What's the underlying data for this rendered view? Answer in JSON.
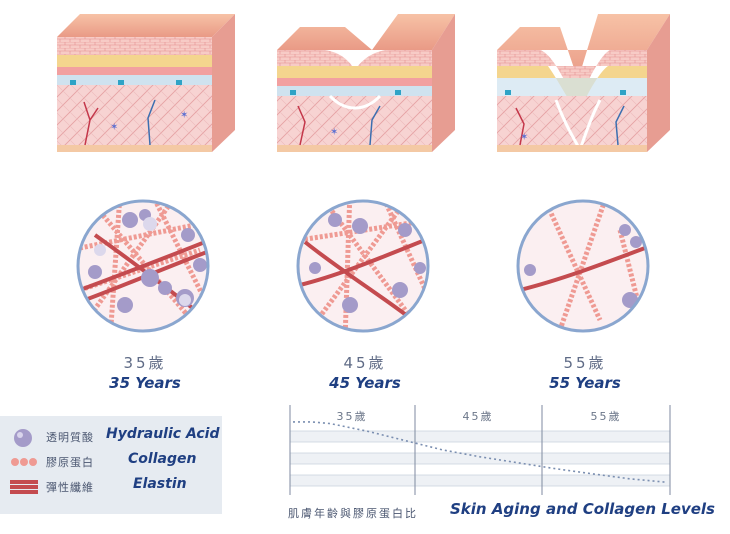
{
  "panels": [
    {
      "age_cn": "35歲",
      "age_en": "35 Years"
    },
    {
      "age_cn": "45歲",
      "age_en": "45 Years"
    },
    {
      "age_cn": "55歲",
      "age_en": "55 Years"
    }
  ],
  "legend": {
    "hyaluronic": {
      "cn": "透明質酸",
      "en": "Hydraulic Acid"
    },
    "collagen": {
      "cn": "膠原蛋白",
      "en": "Collagen"
    },
    "elastin": {
      "cn": "彈性纖維",
      "en": "Elastin"
    }
  },
  "chart": {
    "columns": [
      "35歲",
      "45歲",
      "55歲"
    ],
    "caption_cn": "肌膚年齡與膠原蛋白比",
    "caption_en": "Skin Aging and Collagen Levels"
  },
  "chart_data": {
    "type": "line",
    "categories": [
      "35歲",
      "45歲",
      "55歲"
    ],
    "x": [
      0,
      0.05,
      0.1,
      0.2,
      0.3,
      0.4,
      0.5,
      0.6,
      0.7,
      0.8,
      0.9,
      1.0
    ],
    "values": [
      0.86,
      0.86,
      0.84,
      0.75,
      0.64,
      0.53,
      0.45,
      0.38,
      0.31,
      0.25,
      0.19,
      0.15
    ],
    "title": "",
    "xlabel": "",
    "ylabel": "",
    "grid": true
  },
  "colors": {
    "hyaluronic": "#a49bc9",
    "collagen": "#ef9a93",
    "elastin": "#c44b4f",
    "frame": "#8aa6cf",
    "brand_text": "#1f3f82"
  }
}
